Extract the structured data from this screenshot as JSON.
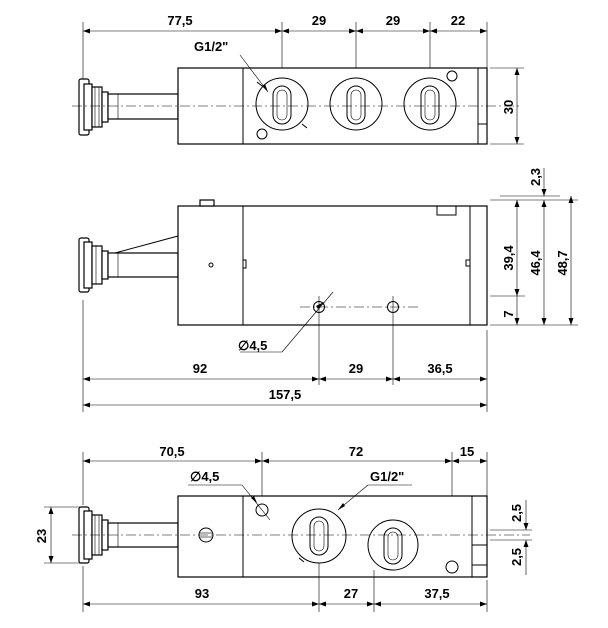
{
  "views": {
    "top": {
      "dims": {
        "d_solenoid": "77,5",
        "d_pitch1": "29",
        "d_pitch2": "29",
        "d_end": "22",
        "d_height": "30",
        "d_port": "G1/2\""
      }
    },
    "side": {
      "dims": {
        "d_offset": "2,3",
        "d_h1": "39,4",
        "d_h2": "46,4",
        "d_h3": "48,7",
        "d_h4": "7",
        "d_hole": "∅4,5",
        "d_x1": "92",
        "d_x2": "29",
        "d_x3": "36,5",
        "d_total": "157,5"
      }
    },
    "bottom": {
      "dims": {
        "d_hole_x": "70,5",
        "d_span": "72",
        "d_end": "15",
        "d_hole": "∅4,5",
        "d_port": "G1/2\"",
        "d_width": "23",
        "d_off1": "2,5",
        "d_off2": "2,5",
        "d_x1": "93",
        "d_x2": "27",
        "d_x3": "37,5"
      }
    }
  }
}
